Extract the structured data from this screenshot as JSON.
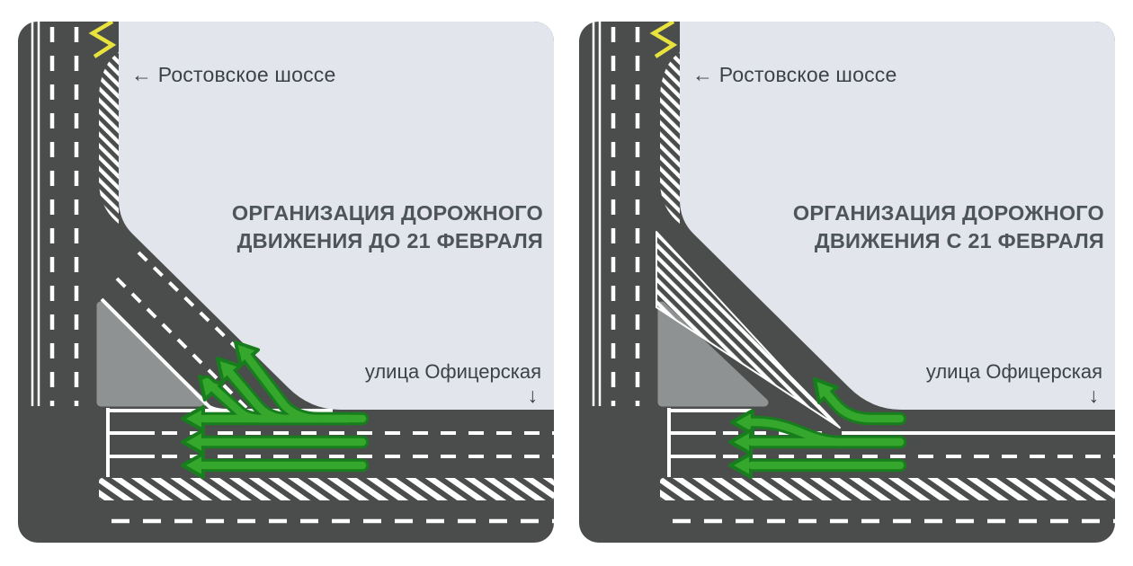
{
  "colors": {
    "road": "#4b4d4d",
    "light": "#e2e5ec",
    "island": "#8f9292",
    "marking": "#ffffff",
    "green": "#34a72c",
    "green_dark": "#177d1d",
    "yellow": "#e8e33c",
    "title": "#4e545b",
    "label": "#3c4248",
    "page_bg": "#ffffff"
  },
  "panels": [
    {
      "variant": "before",
      "highway_label": "← Ростовское шоссе",
      "title_line1": "ОРГАНИЗАЦИЯ ДОРОЖНОГО",
      "title_line2": "ДВИЖЕНИЯ ДО 21 ФЕВРАЛЯ",
      "street_label": "улица Офицерская",
      "street_direction_arrow": "↓"
    },
    {
      "variant": "after",
      "highway_label": "← Ростовское шоссе",
      "title_line1": "ОРГАНИЗАЦИЯ ДОРОЖНОГО",
      "title_line2": "ДВИЖЕНИЯ С 21 ФЕВРАЛЯ",
      "street_label": "улица Офицерская",
      "street_direction_arrow": "↓"
    }
  ]
}
